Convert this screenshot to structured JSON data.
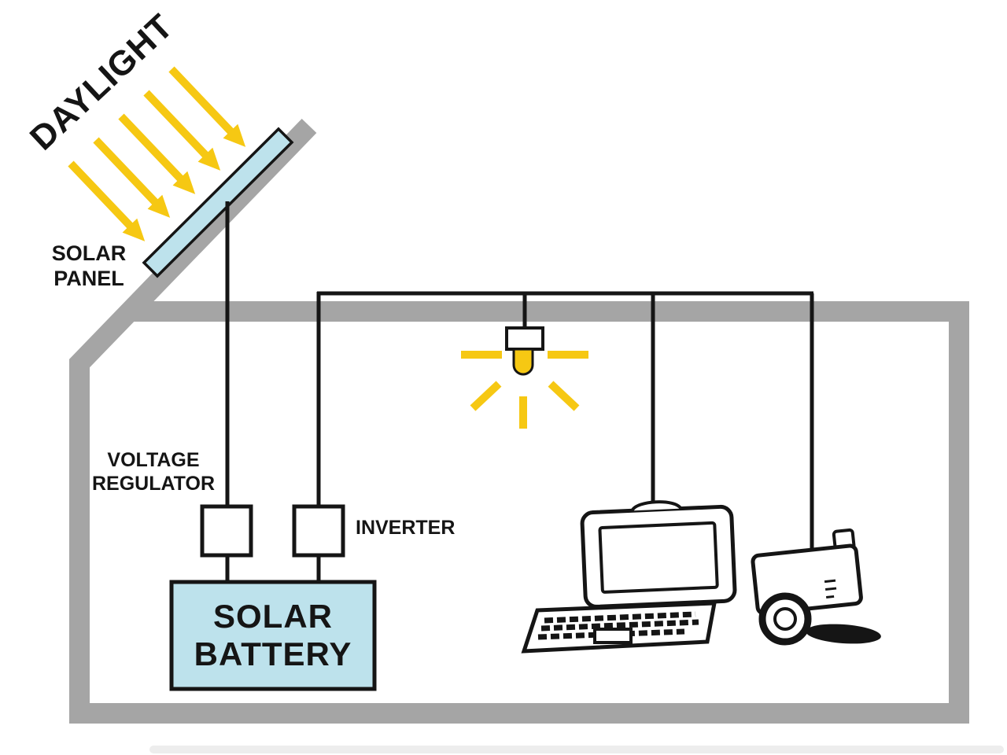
{
  "colors": {
    "yellow": "#F6C813",
    "gray": "#A5A5A5",
    "blue": "#BDE2EC",
    "ink": "#151515"
  },
  "labels": {
    "daylight": "DAYLIGHT",
    "solar_panel": "SOLAR\nPANEL",
    "voltage_regulator": "VOLTAGE\nREGULATOR",
    "inverter": "INVERTER",
    "solar_battery": "SOLAR\nBATTERY"
  },
  "icons": {
    "daylight_arrows_icon": "five yellow arrows depicting sunlight hitting the panel",
    "solar_panel_icon": "tilted light-blue solar panel on the roof",
    "light_bulb_icon": "ceiling pendant light bulb with yellow glow rays",
    "laptop_icon": "open laptop computer",
    "camera_icon": "camera with lens and shadow"
  }
}
